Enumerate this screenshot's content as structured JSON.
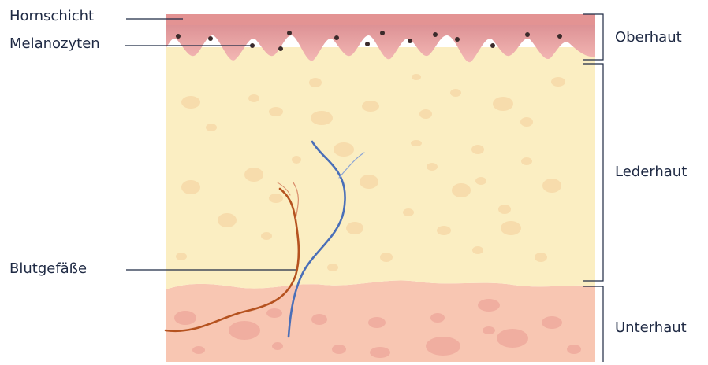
{
  "labels": {
    "hornschicht": "Hornschicht",
    "melanozyten": "Melanozyten",
    "blutgefaesse": "Blutgefäße",
    "oberhaut": "Oberhaut",
    "lederhaut": "Lederhaut",
    "unterhaut": "Unterhaut"
  },
  "colors": {
    "stratum_corneum": "#e39393",
    "epidermis_top": "#dd8e92",
    "epidermis_bottom": "#f2b3b1",
    "dermis": "#fbeec2",
    "dermis_spots": "#f7dcac",
    "subcutis": "#f8c6b2",
    "subcutis_spots": "#f0aea0",
    "melanocytes": "#3b2b2b",
    "artery": "#b5521f",
    "vein": "#4a6fb8",
    "leader_lines": "#1f2a44"
  }
}
